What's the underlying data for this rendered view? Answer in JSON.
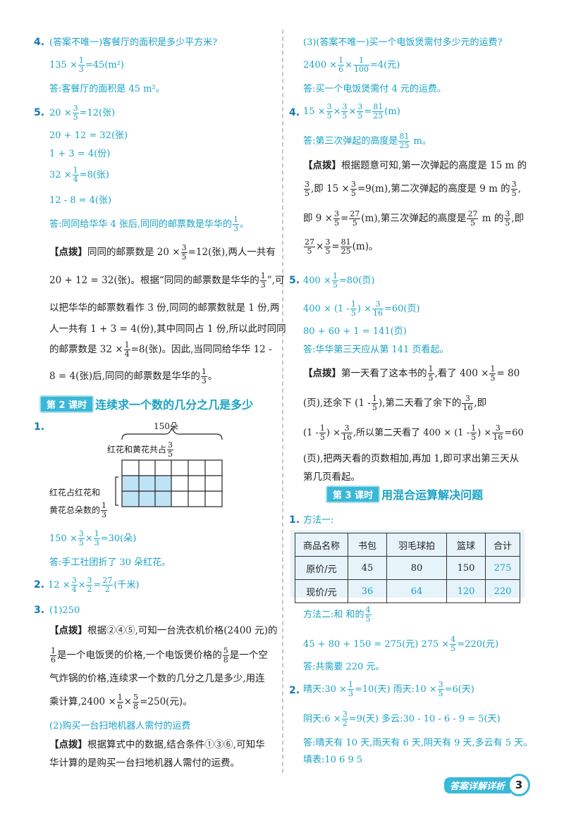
{
  "left": {
    "q4_title": "(答案不唯一)客餐厅的面积是多少平方米?",
    "q4_calc": [
      "135 ×",
      "1",
      "3",
      "=45(m²)"
    ],
    "q4_ans": "答:客餐厅的面积是 45 m²。",
    "q5_l1": [
      "20 ×",
      "3",
      "5",
      "=12(张)"
    ],
    "q5_l2": "20 + 12 = 32(张)",
    "q5_l3": "1 + 3 = 4(份)",
    "q5_l4": [
      "32 ×",
      "1",
      "4",
      "=8(张)"
    ],
    "q5_l5": "12 - 8 = 4(张)",
    "q5_ans": [
      "答:同同给华华 4 张后,同同的邮票数是华华的",
      "1",
      "3",
      "。"
    ],
    "q5_tip": {
      "label": "【点拨】",
      "l1": [
        "同同的邮票数是 20 ×",
        "3",
        "5",
        "=12(张),两人一共有"
      ],
      "l2": [
        "20 + 12 = 32(张)。根据“同同的邮票数是华华的",
        "1",
        "3",
        "”,可"
      ],
      "l3": "以把华华的邮票数看作 3 份,同同的邮票数就是 1 份,两",
      "l4": "人一共有 1 + 3 = 4(份),其中同同占 1 份,所以此时同同",
      "l5": [
        "的邮票数是 32 ×",
        "1",
        "4",
        "=8(张)。因此,当同同给华华 12 -"
      ],
      "l6": [
        "8 = 4(张)后,同同的邮票数是华华的",
        "1",
        "3",
        "。"
      ]
    },
    "lesson2_tag": "第 2 课时",
    "lesson2_title": "连续求一个数的几分之几是多少",
    "q1_brace_label": "150朵",
    "q1_top_label": "红花和黄花共占",
    "q1_top_frac": [
      "3",
      "5"
    ],
    "q1_side_label_1": "红花占红花和",
    "q1_side_label_2": "黄花总朵数的",
    "q1_side_frac": [
      "1",
      "3"
    ],
    "q1_calc": [
      "150 ×",
      "3",
      "5",
      "×",
      "1",
      "3",
      "=30(朵)"
    ],
    "q1_ans": "答:手工社团折了 30 朵红花。",
    "q2_calc": [
      "12 ×",
      "3",
      "4",
      "×",
      "3",
      "2",
      "=",
      "27",
      "2",
      "(千米)"
    ],
    "q3_1": "(1)250",
    "q3_tip": {
      "label": "【点拨】",
      "l1": "根据②④⑤,可知一台洗衣机价格(2400 元)的",
      "l2": [
        "1",
        "6",
        "是一个电饭煲的价格,一个电饭煲价格的",
        "5",
        "8",
        "是一个空"
      ],
      "l3": "气炸锅的价格,连续求一个数的几分之几是多少,用连",
      "l4": [
        "乘计算,2400 ×",
        "1",
        "6",
        "×",
        "5",
        "8",
        "=250(元)。"
      ]
    },
    "q3_2": "(2)购买一台扫地机器人需付的运费",
    "q3_tip2": {
      "label": "【点拨】",
      "l1": "根据算式中的数据,结合条件①③⑥,可知华",
      "l2": "华计算的是购买一台扫地机器人需付的运费。"
    }
  },
  "right": {
    "q3_3": "(3)(答案不唯一)买一个电饭煲需付多少元的运费?",
    "q3_3_calc": [
      "2400 ×",
      "1",
      "6",
      "×",
      "1",
      "100",
      "=4(元)"
    ],
    "q3_3_ans": "答:买一个电饭煲需付 4 元的运费。",
    "q4_calc": [
      "15 ×",
      "3",
      "5",
      "×",
      "3",
      "5",
      "×",
      "3",
      "5",
      "=",
      "81",
      "25",
      "(m)"
    ],
    "q4_ans": [
      "答:第三次弹起的高度是",
      "81",
      "25",
      " m。"
    ],
    "q4_tip": {
      "label": "【点拨】",
      "l1": "根据题意可知,第一次弹起的高度是 15 m 的",
      "l2": [
        "3",
        "5",
        ",即 15 ×",
        "3",
        "5",
        "=9(m),第二次弹起的高度是 9 m 的",
        "3",
        "5",
        ","
      ],
      "l3": [
        "即 9 ×",
        "3",
        "5",
        "=",
        "27",
        "5",
        "(m),第三次弹起的高度是",
        "27",
        "5",
        " m 的",
        "3",
        "5",
        ",即"
      ],
      "l4": [
        "27",
        "5",
        "×",
        "3",
        "5",
        "=",
        "81",
        "25",
        "(m)。"
      ]
    },
    "q5_l1": [
      "400 ×",
      "1",
      "5",
      "=80(页)"
    ],
    "q5_l2": [
      "400 × (1 -",
      "1",
      "5",
      ") ×",
      "3",
      "16",
      "=60(页)"
    ],
    "q5_l3": "80 + 60 + 1 = 141(页)",
    "q5_ans": "答:华华第三天应从第 141 页看起。",
    "q5_tip": {
      "label": "【点拨】",
      "l1": [
        "第一天看了这本书的",
        "1",
        "5",
        ",看了 400 ×",
        "1",
        "5",
        "= 80"
      ],
      "l2": [
        "(页),还余下 (1 -",
        "1",
        "5",
        "),第二天看了余下的",
        "3",
        "16",
        ",即"
      ],
      "l3": [
        "(1 -",
        "1",
        "5",
        ") ×",
        "3",
        "16",
        ",所以第二天看了 400 × (1 -",
        "1",
        "5",
        ") ×",
        "3",
        "16",
        "=60"
      ],
      "l4": "(页),把两天看的页数相加,再加 1,即可求出第三天从",
      "l5": "第几页看起。"
    },
    "lesson3_tag": "第 3 课时",
    "lesson3_title": "用混合运算解决问题",
    "r1_label": "方法一:",
    "table": {
      "header": [
        "商品名称",
        "书包",
        "羽毛球拍",
        "篮球",
        "合计"
      ],
      "row1": [
        "原价/元",
        "45",
        "80",
        "150",
        "275"
      ],
      "row2": [
        "现价/元",
        "36",
        "64",
        "120",
        "220"
      ]
    },
    "r1_method2": [
      "方法二:和   和的",
      "4",
      "5"
    ],
    "r1_calc": [
      "45 + 80 + 150 = 275(元)   275 ×",
      "4",
      "5",
      "=220(元)"
    ],
    "r1_ans": "答:共需要 220 元。",
    "r2_l1": [
      "晴天:30 ×",
      "1",
      "3",
      "=10(天)   雨天:10 ×",
      "3",
      "5",
      "=6(天)"
    ],
    "r2_l2": [
      "阴天:6 ×",
      "3",
      "2",
      "=9(天)   多云:30 - 10 - 6 - 9 = 5(天)"
    ],
    "r2_ans": "答:晴天有 10 天,雨天有 6 天,阴天有 9 天,多云有 5 天。",
    "r2_fill": "填表:10   6   9   5"
  },
  "footer": {
    "label": "答案详解详析",
    "page": "3"
  },
  "colors": {
    "accent": "#1aa3c4",
    "number": "#1478b4",
    "tag": "#3bb8d8"
  }
}
